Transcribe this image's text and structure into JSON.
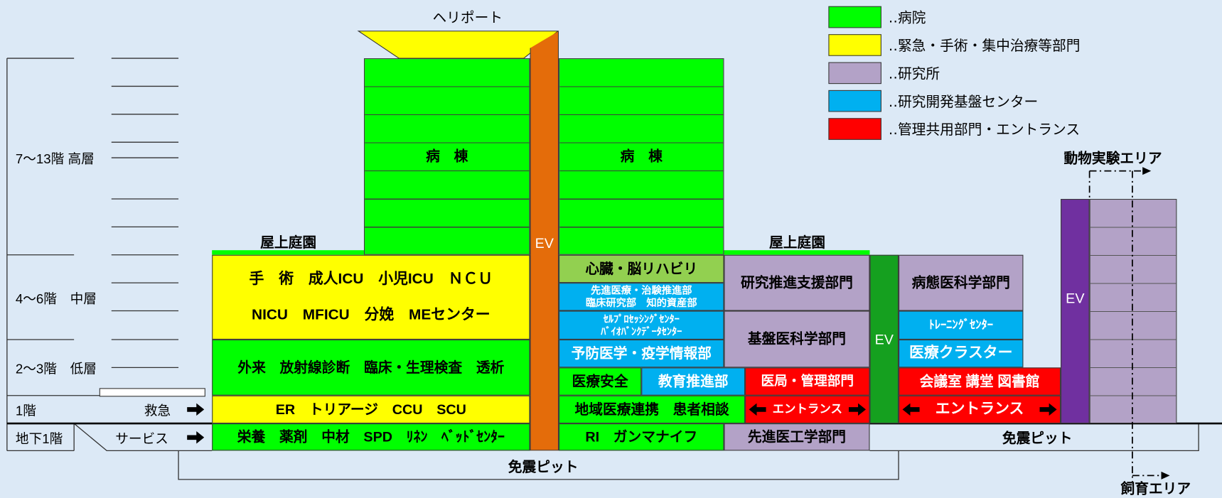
{
  "heliport": {
    "label": "ヘリポート"
  },
  "legend": [
    {
      "label": "‥病院",
      "color": "#00ff00"
    },
    {
      "label": "‥緊急・手術・集中治療等部門",
      "color": "#ffff00"
    },
    {
      "label": "‥研究所",
      "color": "#b3a2c7"
    },
    {
      "label": "‥研究開発基盤センター",
      "color": "#00b0f0"
    },
    {
      "label": "‥管理共用部門・エントランス",
      "color": "#ff0000"
    }
  ],
  "floors": {
    "high": "7〜13階 高層",
    "mid": "4〜6階　中層",
    "low": "2〜3階　低層",
    "first": "1階",
    "basement": "地下1階"
  },
  "access": {
    "emergency": "救急",
    "service": "サービス",
    "arrow_icon": "arrow-right-icon"
  },
  "roof_garden": [
    "屋上庭園",
    "屋上庭園"
  ],
  "wards": [
    "病　棟",
    "病　棟"
  ],
  "elevators": [
    "EV",
    "EV",
    "EV"
  ],
  "west_wing": {
    "surgery_line1": "手　術　成人ICU　小児ICU　ＮＣＵ",
    "surgery_line2": "NICU　MFICU　分娩　MEセンター",
    "outpatient": "外来　放射線診断　臨床・生理検査　透析",
    "emergency": "ER　トリアージ　CCU　SCU",
    "basement": "栄養　薬剤　中材　SPD　ﾘﾈﾝ　ﾍﾞｯﾄﾞｾﾝﾀｰ"
  },
  "center_wing": {
    "rehab": "心臓・脳リハビリ",
    "advanced_1": "先進医療・治験推進部",
    "advanced_2": "臨床研究部　知的資産部",
    "cell_1": "ｾﾙﾌﾟﾛｾｯｼﾝｸﾞｾﾝﾀｰ",
    "cell_2": "ﾊﾞｲｵﾊﾞﾝｸﾃﾞｰﾀｾﾝﾀｰ",
    "prevention": "予防医学・疫学情報部",
    "safety": "医療安全",
    "education": "教育推進部",
    "admin": "医局・管理部門",
    "regional": "地域医療連携　患者相談",
    "entrance": "エントランス",
    "ri": "RI　ガンマナイフ",
    "research_support": "研究推進支援部門",
    "basic_medicine": "基盤医科学部門",
    "med_engineering": "先進医工学部門"
  },
  "east_wing": {
    "pathology": "病態医科学部門",
    "training": "ﾄﾚｰﾆﾝｸﾞｾﾝﾀｰ",
    "cluster": "医療クラスター",
    "conference": "会議室 講堂 図書館",
    "entrance": "エントランス"
  },
  "animal": {
    "experiment": "動物実験エリア",
    "breeding": "飼育エリア"
  },
  "seismic_pit": [
    "免震ピット",
    "免震ピット"
  ],
  "colors": {
    "hospital": "#00ff00",
    "acute": "#ffff00",
    "institute": "#b3a2c7",
    "rd_center": "#00b0f0",
    "admin": "#ff0000",
    "rehab": "#92d050",
    "ev_orange": "#e46c0a",
    "ev_green": "#15a01f",
    "ev_purple": "#7030a0"
  }
}
